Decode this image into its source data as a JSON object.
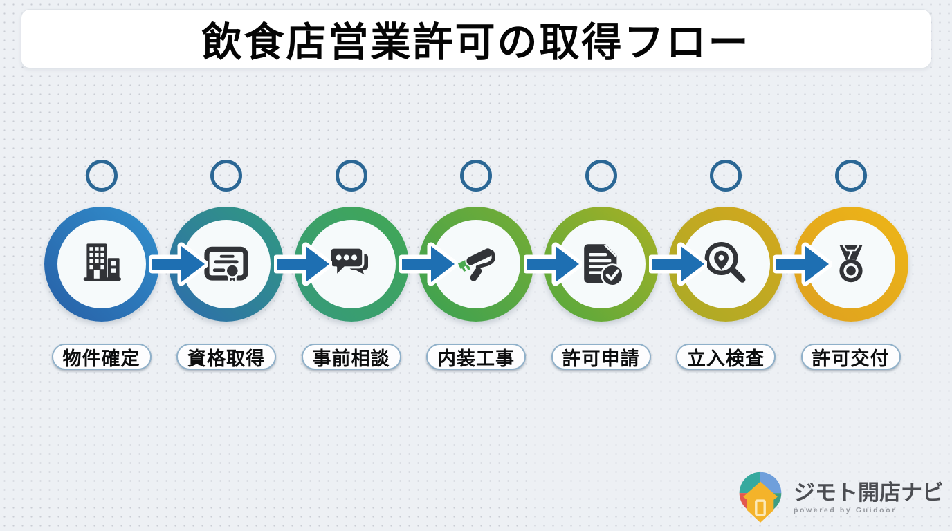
{
  "title": "飲食店営業許可の取得フロー",
  "steps": [
    {
      "label": "物件確定",
      "icon": "building-icon",
      "ring_start": "#275fa6",
      "ring_end": "#3290cd"
    },
    {
      "label": "資格取得",
      "icon": "certificate-icon",
      "ring_start": "#2d6cad",
      "ring_end": "#319a80"
    },
    {
      "label": "事前相談",
      "icon": "chat-bubbles-icon",
      "ring_start": "#35997d",
      "ring_end": "#42a854"
    },
    {
      "label": "内装工事",
      "icon": "paint-roller-icon",
      "ring_start": "#3aa153",
      "ring_end": "#77ad33"
    },
    {
      "label": "許可申請",
      "icon": "document-check-icon",
      "ring_start": "#52a83f",
      "ring_end": "#a9b124"
    },
    {
      "label": "立入検査",
      "icon": "inspection-magnifier-icon",
      "ring_start": "#a8ab27",
      "ring_end": "#d6a71d"
    },
    {
      "label": "許可交付",
      "icon": "medal-icon",
      "ring_start": "#dda020",
      "ring_end": "#eeb617"
    }
  ],
  "colors": {
    "arrow": "#1e6fb2",
    "node_circle": "#2b6795",
    "icon_dark": "#313337",
    "paint_green": "#4aa94f"
  },
  "footer_logo": {
    "name": "ジモト開店ナビ",
    "tagline": "powered by Guidoor"
  }
}
